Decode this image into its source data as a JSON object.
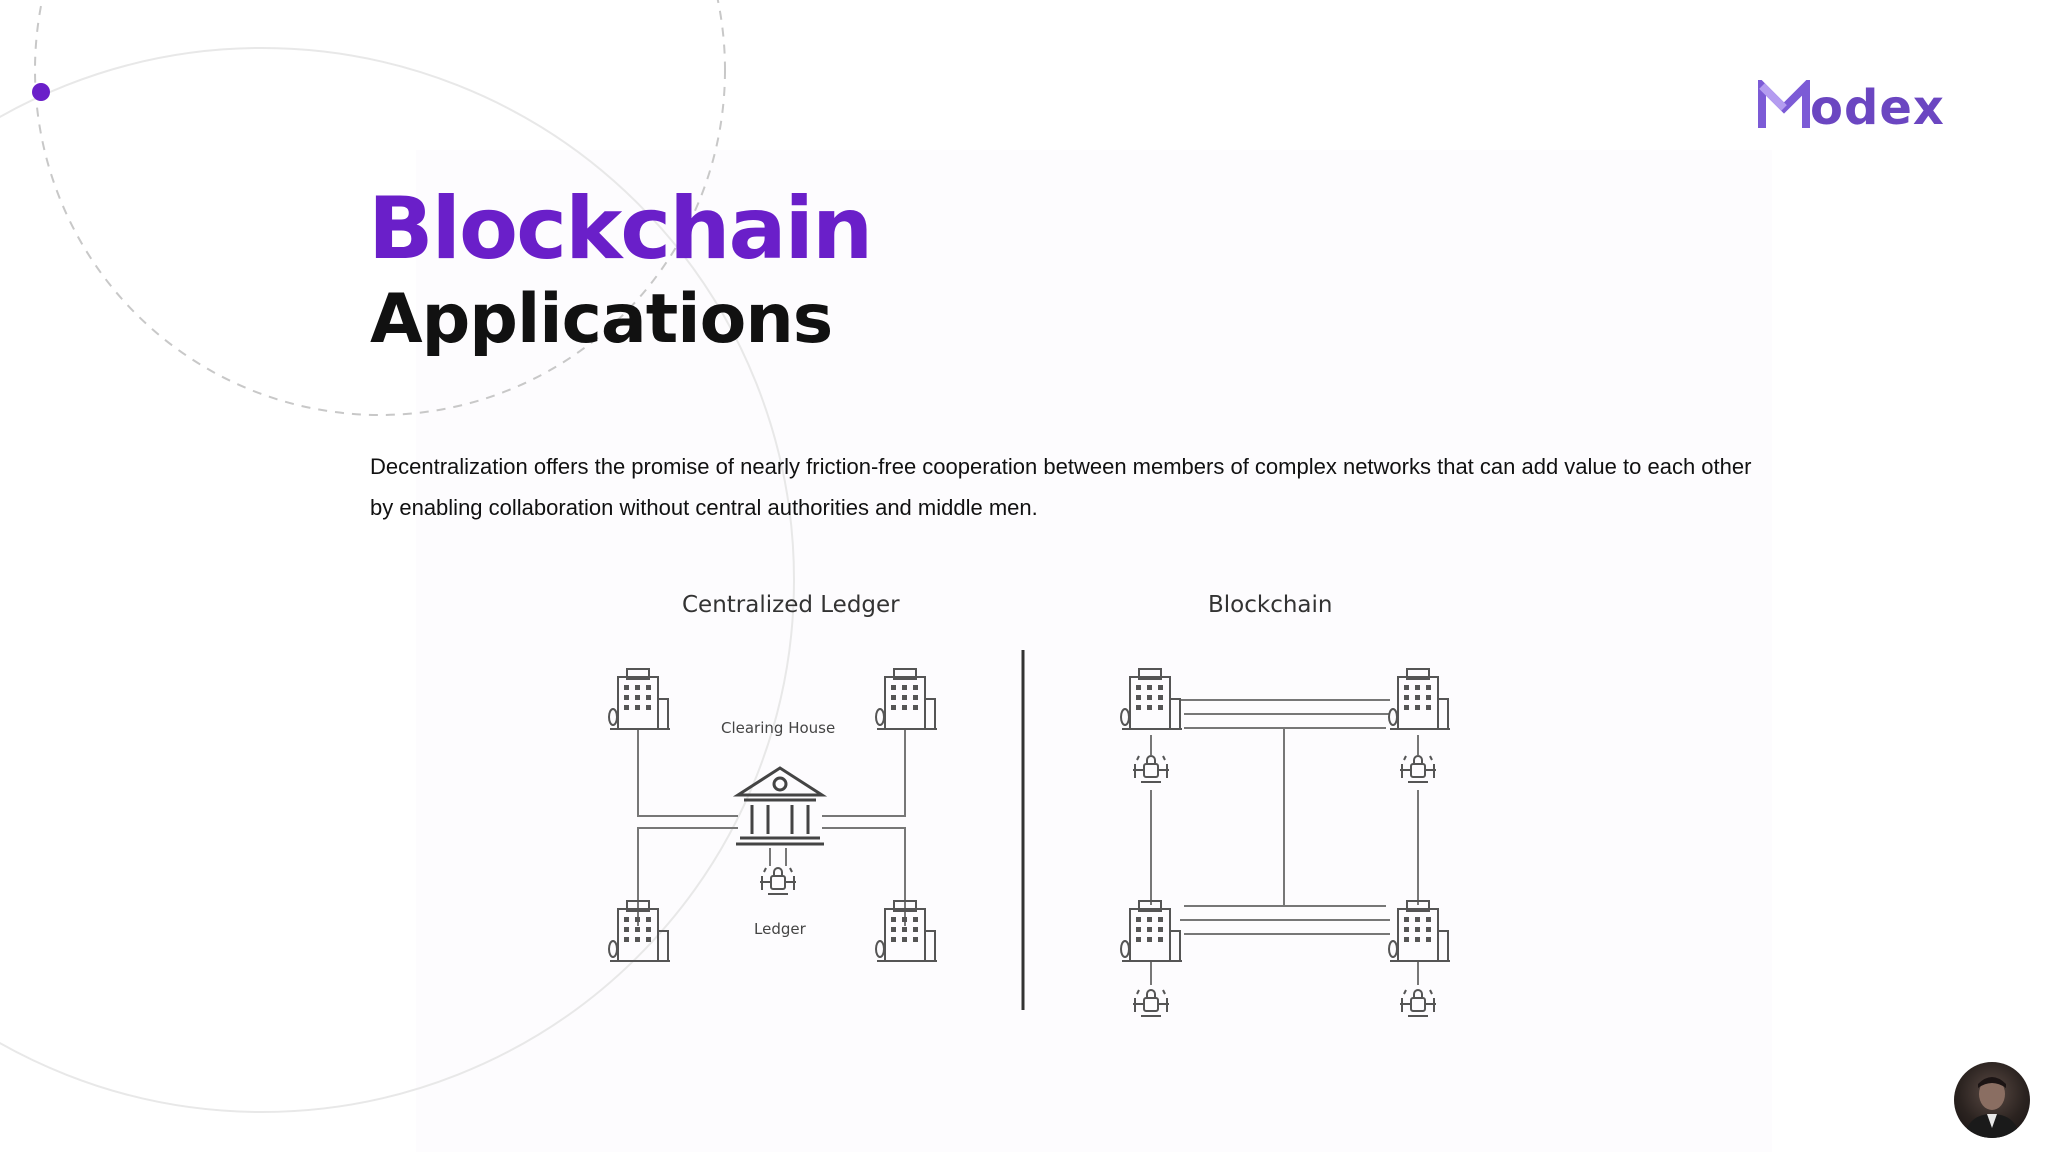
{
  "logo": {
    "text": "odex",
    "brand_color": "#6b46c1"
  },
  "title": {
    "main": "Blockchain",
    "sub": "Applications",
    "accent_color": "#6a1fc9"
  },
  "description": "Decentralization offers the promise of nearly friction-free cooperation between members of complex networks that can add value to each other by enabling collaboration without central authorities and middle men.",
  "diagram": {
    "left": {
      "title": "Centralized Ledger",
      "hub_label": "Clearing House",
      "ledger_label": "Ledger"
    },
    "right": {
      "title": "Blockchain"
    }
  },
  "icons": [
    "building-icon",
    "bank-icon",
    "ledger-drone-icon",
    "avatar"
  ]
}
